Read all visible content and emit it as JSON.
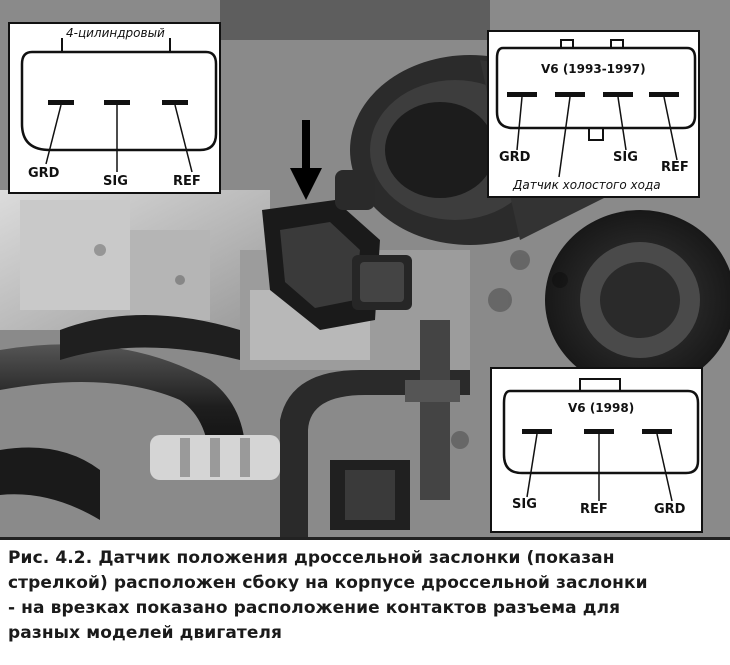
{
  "insets": {
    "four_cyl": {
      "title": "4-цилиндровый",
      "pins": [
        "GRD",
        "SIG",
        "REF"
      ]
    },
    "v6_93_97": {
      "title": "V6 (1993-1997)",
      "pins": [
        "GRD",
        "SIG",
        "REF"
      ],
      "note": "Датчик холостого хода"
    },
    "v6_98": {
      "title": "V6 (1998)",
      "pins": [
        "SIG",
        "REF",
        "GRD"
      ]
    }
  },
  "caption": {
    "line1": "Рис. 4.2. Датчик положения дроссельной заслонки (показан",
    "line2": "стрелкой) расположен сбоку на корпусе дроссельной заслонки",
    "line3": "- на врезках показано расположение контактов разъема для",
    "line4": "разных моделей двигателя"
  }
}
